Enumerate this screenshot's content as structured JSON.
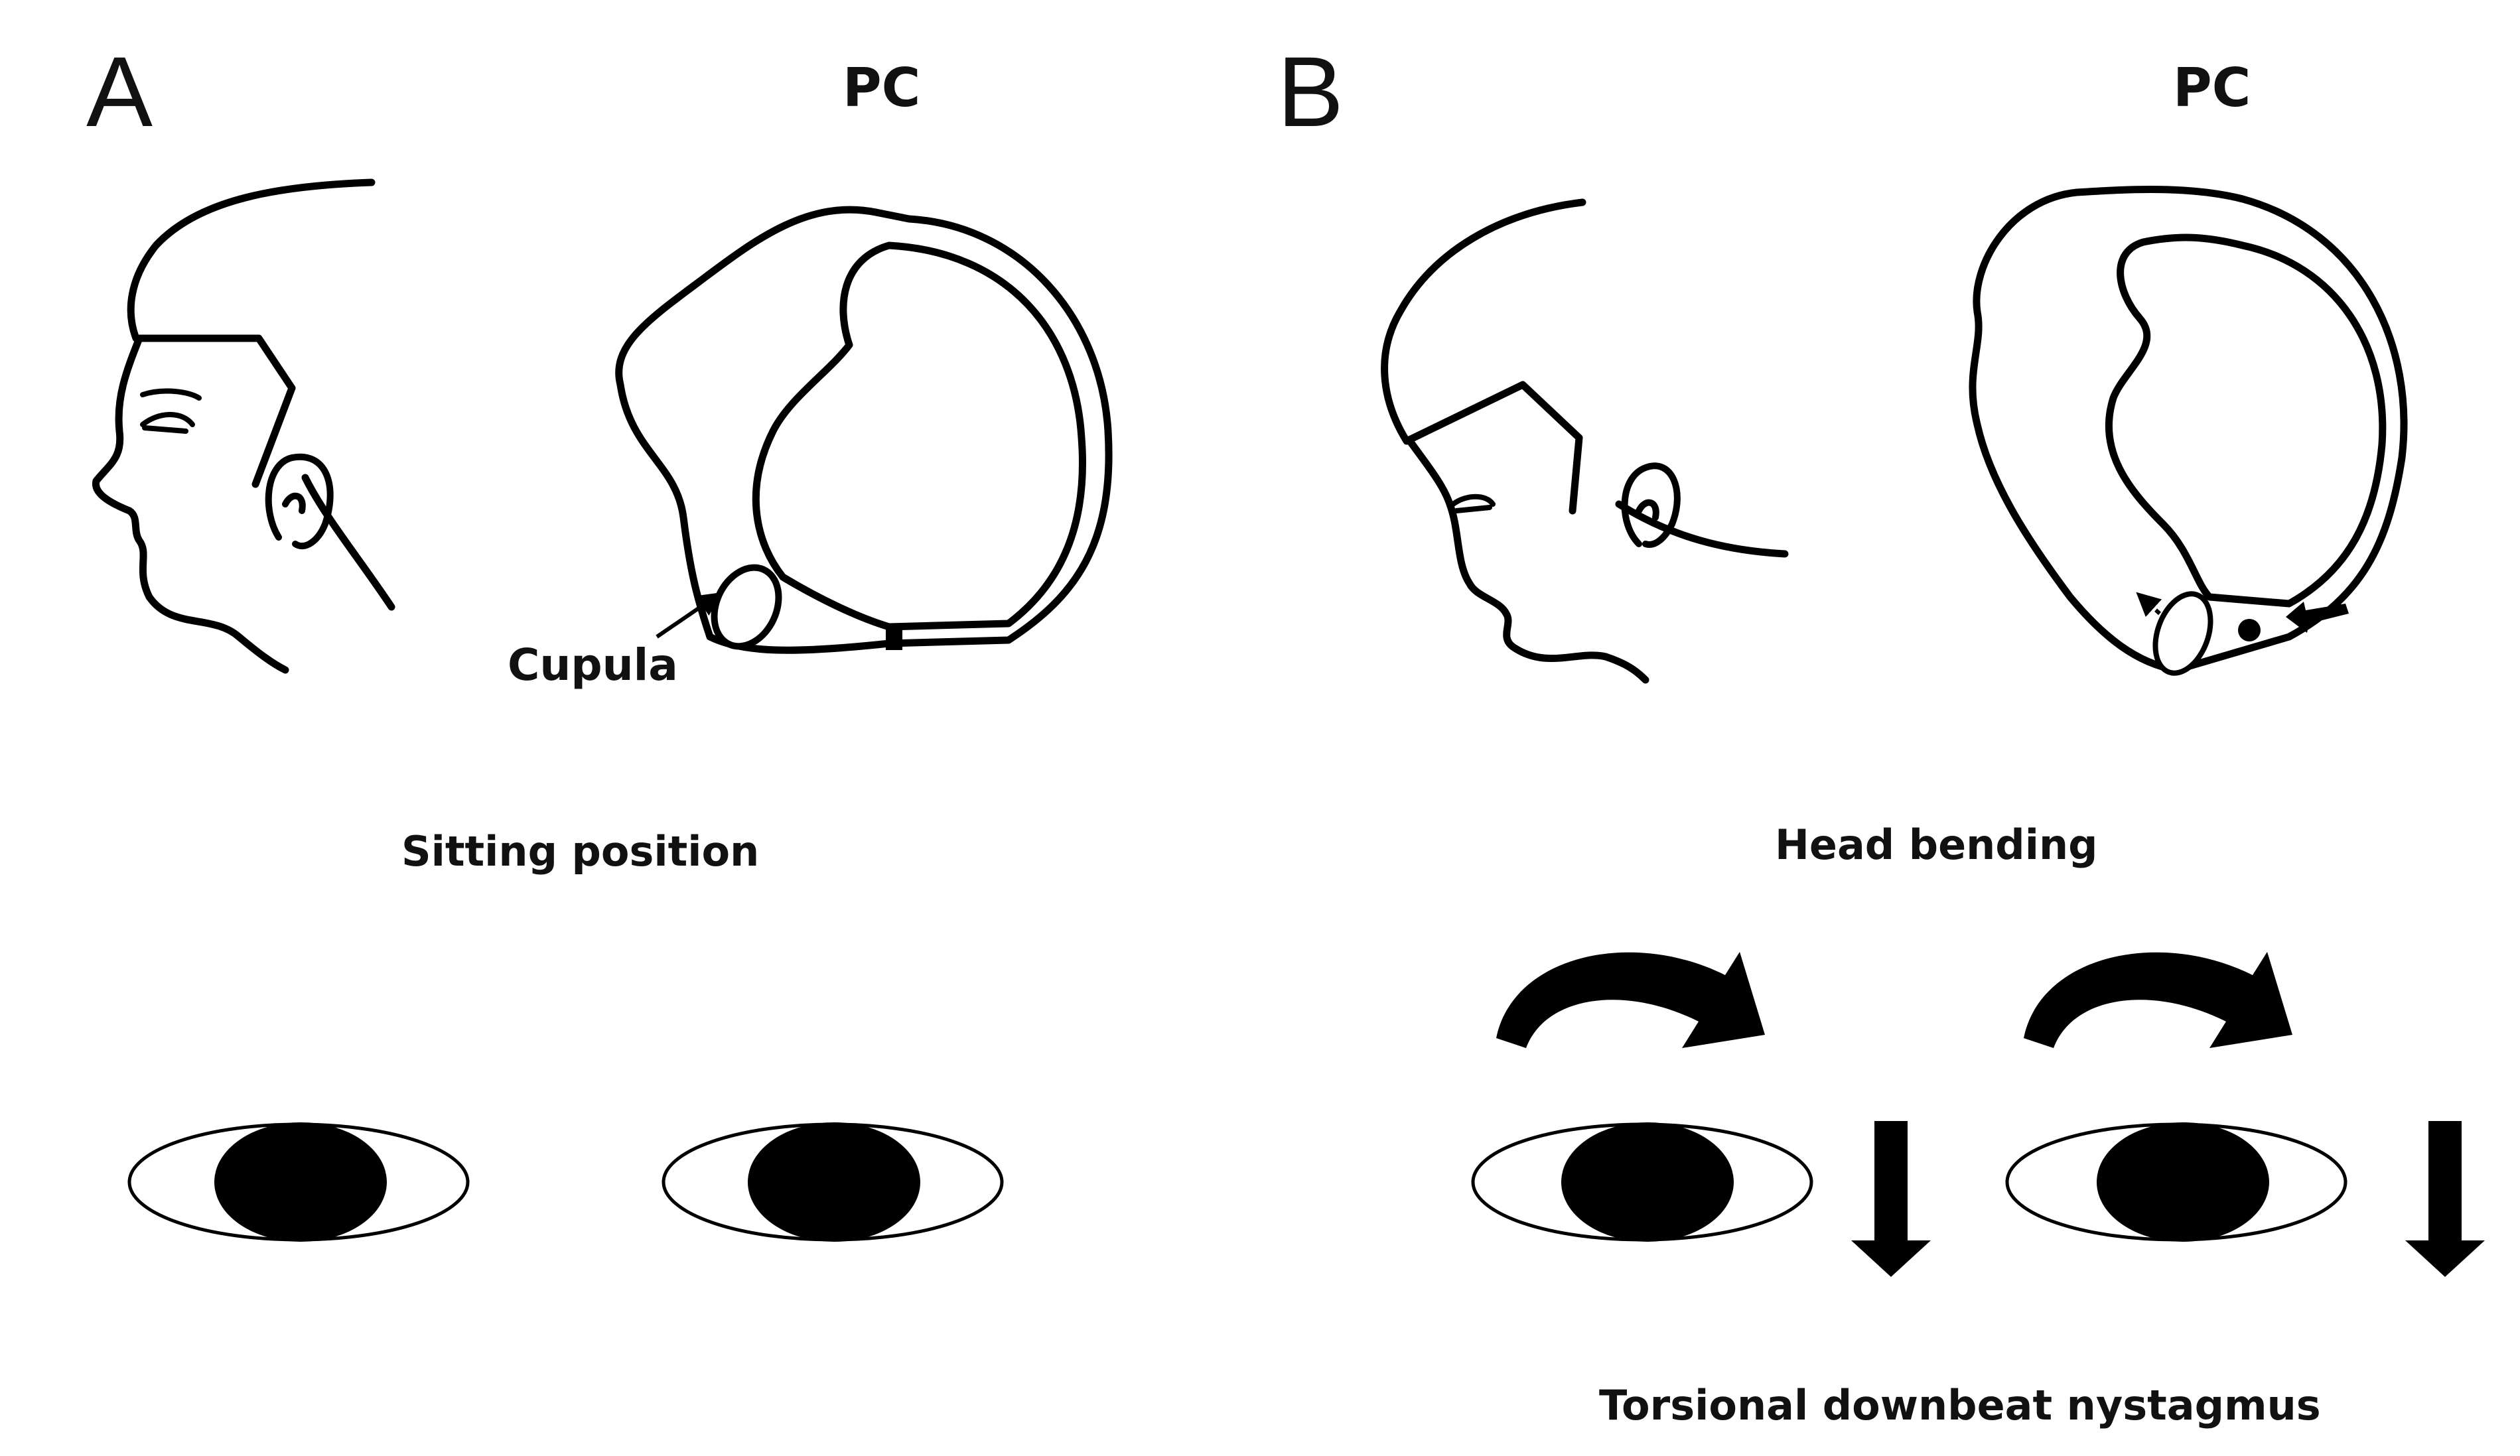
{
  "panel_a": {
    "letter": "A",
    "canal_label": "PC",
    "cupula_label": "Cupula",
    "caption": "Sitting position"
  },
  "panel_b": {
    "letter": "B",
    "canal_label": "PC",
    "caption": "Head bending",
    "nystagmus_caption": "Torsional downbeat nystagmus"
  },
  "colors": {
    "ink": "#000000",
    "background": "#ffffff",
    "eye_white": "#ffffff"
  },
  "icons": [
    "head-profile",
    "posterior-canal",
    "eye",
    "curved-arrow",
    "down-arrow"
  ]
}
